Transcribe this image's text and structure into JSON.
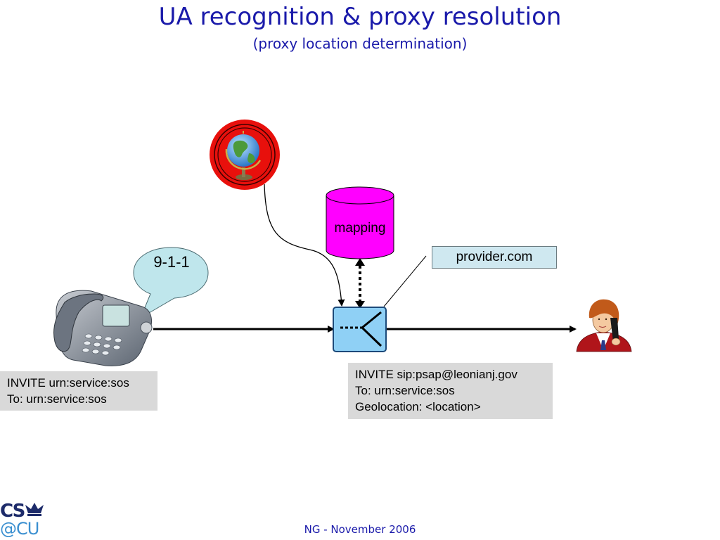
{
  "slide": {
    "title": "UA recognition & proxy resolution",
    "subtitle": "(proxy location determination)",
    "footer": "NG - November 2006"
  },
  "diagram": {
    "dialed_number": "9-1-1",
    "database_label": "mapping",
    "proxy_domain": "provider.com",
    "caller_message": {
      "lines": [
        "INVITE urn:service:sos",
        "To: urn:service:sos"
      ]
    },
    "proxy_message": {
      "lines": [
        "INVITE sip:psap@leonianj.gov",
        "To: urn:service:sos",
        "Geolocation: <location>"
      ]
    },
    "icons": [
      "phone-icon",
      "globe-icon",
      "database-icon",
      "proxy-server-icon",
      "call-taker-icon"
    ],
    "colors": {
      "title": "#1a1aaa",
      "database": "#ff00ff",
      "proxy": "#8fd0f5",
      "globe_ring": "#e8100c",
      "bubble": "#bfe6ec",
      "message_box": "#d9d9d9"
    }
  },
  "logo": {
    "top": "CS",
    "bottom": "@CU"
  }
}
